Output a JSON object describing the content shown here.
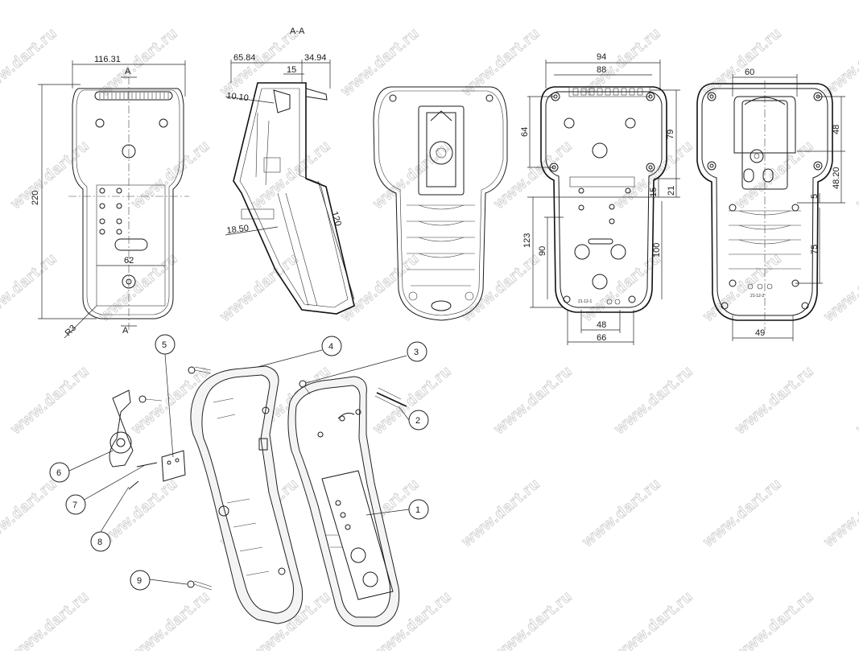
{
  "section_title": "A-A",
  "section_marker": "A",
  "watermark": "www.dart.ru",
  "dimensions": {
    "front_width": "116.31",
    "front_height": "220",
    "radius": "R3",
    "front_inner_width": "62",
    "side_top_left": "65.84",
    "side_top_right": "34.94",
    "side_15": "15",
    "side_10": "10.10",
    "side_18": "18.50",
    "side_120": "120",
    "view4_94": "94",
    "view4_88": "88",
    "view4_64": "64",
    "view4_79": "79",
    "view4_15": "15",
    "view4_21": "21",
    "view4_123": "123",
    "view4_90": "90",
    "view4_100": "100",
    "view4_48": "48",
    "view4_66": "66",
    "view5_60": "60",
    "view5_48": "48",
    "view5_4820": "48.20",
    "view5_5": "5",
    "view5_75": "75",
    "view5_49": "49"
  },
  "balloons": [
    "1",
    "2",
    "3",
    "4",
    "5",
    "6",
    "7",
    "8",
    "9"
  ],
  "label_codes": [
    "21-12-1",
    "21-12-2"
  ]
}
